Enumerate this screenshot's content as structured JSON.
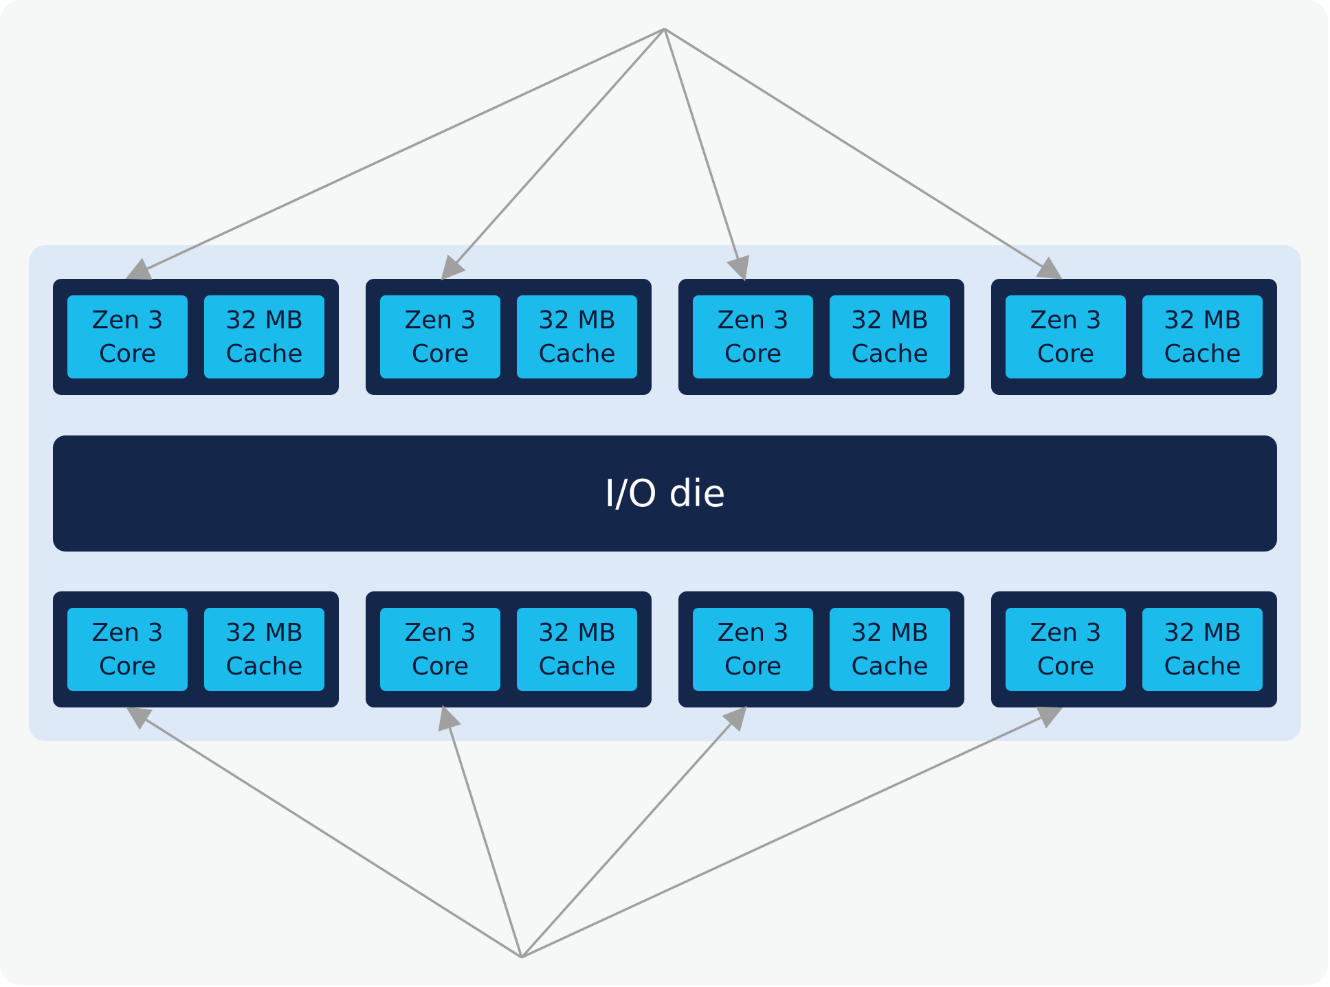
{
  "diagram": {
    "io_die_label": "I/O die",
    "ccds_top": [
      {
        "core_line1": "Zen 3",
        "core_line2": "Core",
        "cache_line1": "32 MB",
        "cache_line2": "Cache"
      },
      {
        "core_line1": "Zen 3",
        "core_line2": "Core",
        "cache_line1": "32 MB",
        "cache_line2": "Cache"
      },
      {
        "core_line1": "Zen 3",
        "core_line2": "Core",
        "cache_line1": "32 MB",
        "cache_line2": "Cache"
      },
      {
        "core_line1": "Zen 3",
        "core_line2": "Core",
        "cache_line1": "32 MB",
        "cache_line2": "Cache"
      }
    ],
    "ccds_bottom": [
      {
        "core_line1": "Zen 3",
        "core_line2": "Core",
        "cache_line1": "32 MB",
        "cache_line2": "Cache"
      },
      {
        "core_line1": "Zen 3",
        "core_line2": "Core",
        "cache_line1": "32 MB",
        "cache_line2": "Cache"
      },
      {
        "core_line1": "Zen 3",
        "core_line2": "Core",
        "cache_line1": "32 MB",
        "cache_line2": "Cache"
      },
      {
        "core_line1": "Zen 3",
        "core_line2": "Core",
        "cache_line1": "32 MB",
        "cache_line2": "Cache"
      }
    ]
  },
  "colors": {
    "background": "#f6f8f8",
    "package": "#dde9f6",
    "die": "#15264b",
    "chip": "#1bbbec",
    "arrow": "#a0a0a0"
  }
}
